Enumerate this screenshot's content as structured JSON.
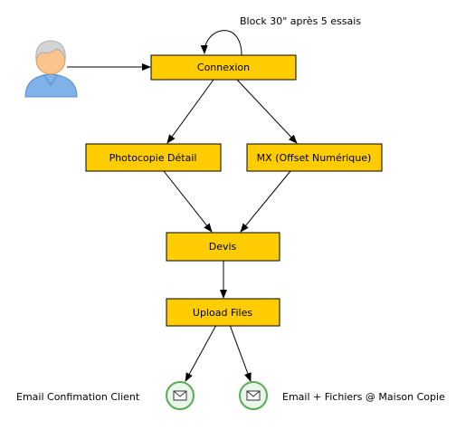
{
  "diagram": {
    "annotation": "Block 30\" après 5 essais",
    "nodes": {
      "connexion": "Connexion",
      "photocopie": "Photocopie Détail",
      "mx": "MX (Offset Numérique)",
      "devis": "Devis",
      "upload": "Upload Files"
    },
    "endpoints": {
      "email_client": "Email Confimation Client",
      "email_maison": "Email + Fichiers @ Maison Copie"
    },
    "icons": {
      "user": "user-icon",
      "mail": "envelope-icon"
    },
    "colors": {
      "node_fill": "#ffcc00",
      "endpoint_fill": "#e8f7e8",
      "endpoint_stroke": "#5aaa5a",
      "user_body": "#7fb2e8",
      "user_face": "#fbc48c",
      "user_hair": "#cfcfcf"
    }
  }
}
